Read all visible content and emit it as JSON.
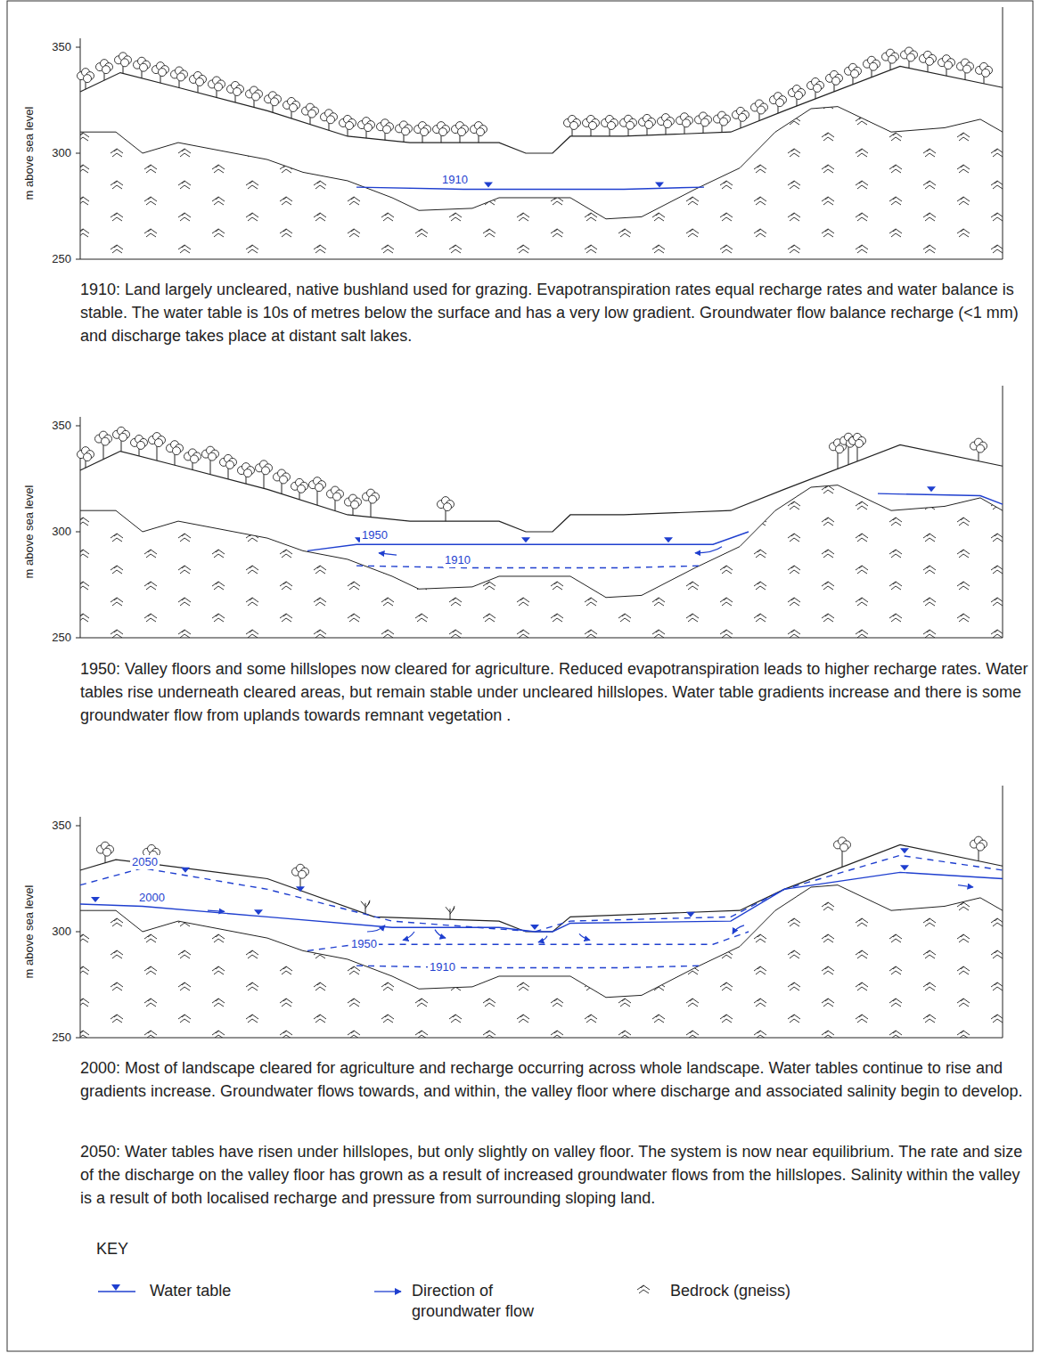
{
  "diagram": {
    "labels": [
      "350",
      "300",
      "250",
      "m above sea level",
      "1910",
      "1910: Land largely uncleared, native bushland used for grazing. Evapotranspiration rates equal recharge rates and water balance is stable. The water table is 10s of metres below the surface and has a very low gradient. Groundwater flow balance recharge (<1 mm) and discharge takes place at distant salt lakes.",
      "350",
      "300",
      "250",
      "m above sea level",
      "1950",
      "1910",
      "1950: Valley floors and some hillslopes now cleared for agriculture. Reduced evapotranspiration leads to higher recharge rates. Water tables rise underneath cleared areas, but remain stable under uncleared hillslopes. Water table gradients increase and there is some groundwater flow from uplands towards remnant vegetation .",
      "350",
      "300",
      "250",
      "m above sea level",
      "2050",
      "2000",
      "1950",
      "1910",
      "2000: Most of landscape cleared for agriculture and recharge occurring across whole landscape. Water tables continue to rise and gradients increase. Groundwater flows towards, and within, the valley floor where discharge and associated salinity begin to develop.",
      "2050: Water tables have risen under hillslopes, but only slightly on valley floor. The system is now near equilibrium. The rate and size of the discharge on the valley floor has grown as a result of increased groundwater flows from the hillslopes. Salinity within the valley is a result of both localised recharge and pressure from surrounding sloping land.",
      "KEY"
    ],
    "legend": [
      {
        "text": "Water table"
      },
      {
        "text": "Direction of groundwater flow"
      },
      {
        "text": "Bedrock (gneiss)"
      }
    ]
  }
}
